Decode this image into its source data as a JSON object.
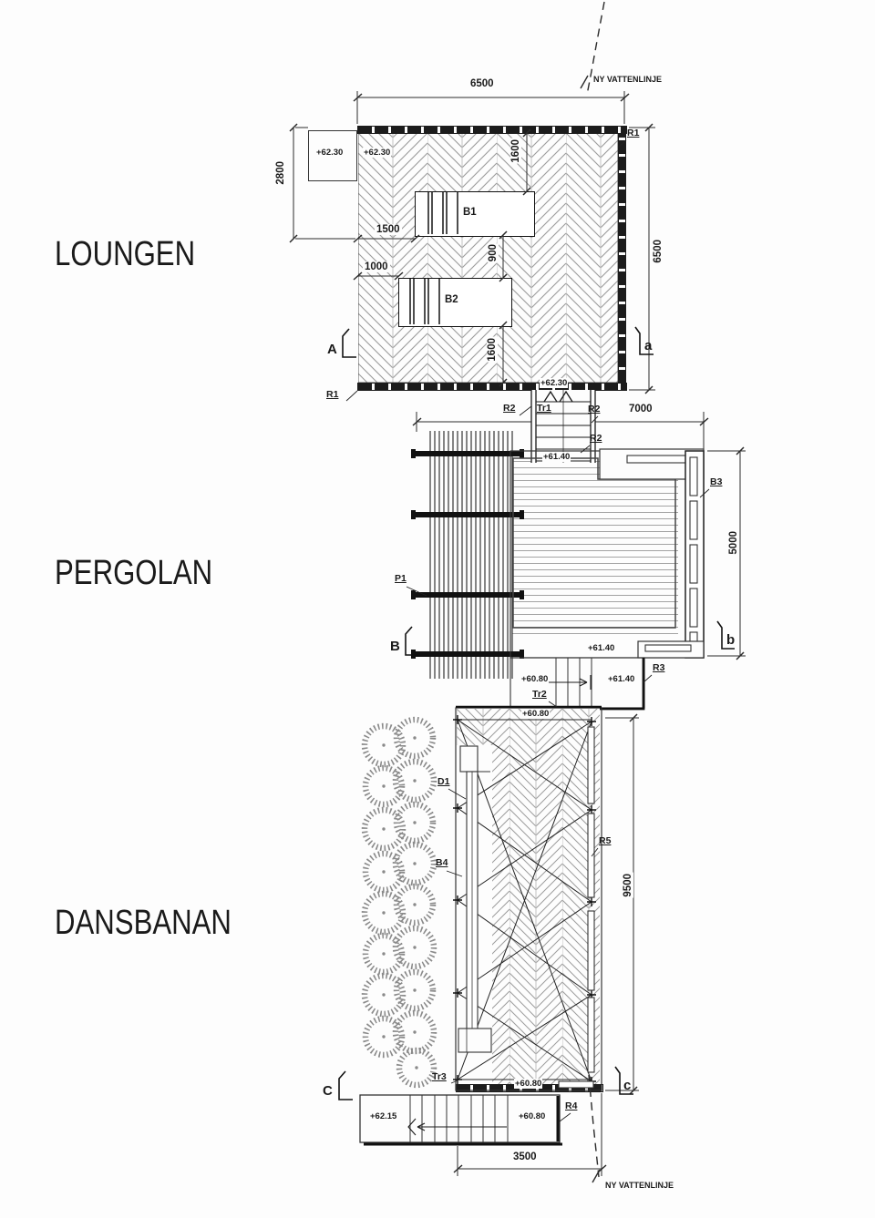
{
  "colors": {
    "ink": "#1a1a1a",
    "hatch_gray": "#9b9b9b",
    "tree_gray": "#8a8a8a",
    "paper": "#fdfdfd"
  },
  "section_titles": {
    "loungen": "LOUNGEN",
    "pergolan": "PERGOLAN",
    "dansbanan": "DANSBANAN"
  },
  "waterline": {
    "top": "NY VATTENLINJE",
    "bottom": "NY VATTENLINJE"
  },
  "dims": {
    "loungen_width": "6500",
    "loungen_height": "6500",
    "platform_height": "2800",
    "edge_to_b1": "1600",
    "b1_left_offset": "1500",
    "b1_to_b2": "900",
    "b2_left_offset": "1000",
    "b2_to_edge": "1600",
    "pergolan_width": "7000",
    "pergolan_depth": "5000",
    "dansbanan_length": "9500",
    "stair_width": "3500"
  },
  "levels": {
    "platform": "+62.30",
    "loungen_deck": "+62.30",
    "tr1_top": "+62.30",
    "tr1_bottom": "+61.40",
    "pergolan_deck": "+61.40",
    "landing_upper": "+61.40",
    "landing_lower": "+60.80",
    "dansbanan_top": "+60.80",
    "dansbanan_bottom": "+60.80",
    "tr3_lower": "+60.80",
    "tr3_upper": "+62.15"
  },
  "refs": {
    "r1_top": "R1",
    "r1_bottom": "R1",
    "r2_left": "R2",
    "r2_right": "R2",
    "r2_lower": "R2",
    "r3": "R3",
    "r4": "R4",
    "r5": "R5",
    "b1": "B1",
    "b2": "B2",
    "b3": "B3",
    "b4": "B4",
    "p1": "P1",
    "d1": "D1",
    "tr1": "Tr1",
    "tr2": "Tr2",
    "tr3": "Tr3"
  },
  "markers": {
    "a_upper": "A",
    "a_lower": "a",
    "b_upper": "B",
    "b_lower": "b",
    "c_upper": "C",
    "c_lower": "c"
  }
}
